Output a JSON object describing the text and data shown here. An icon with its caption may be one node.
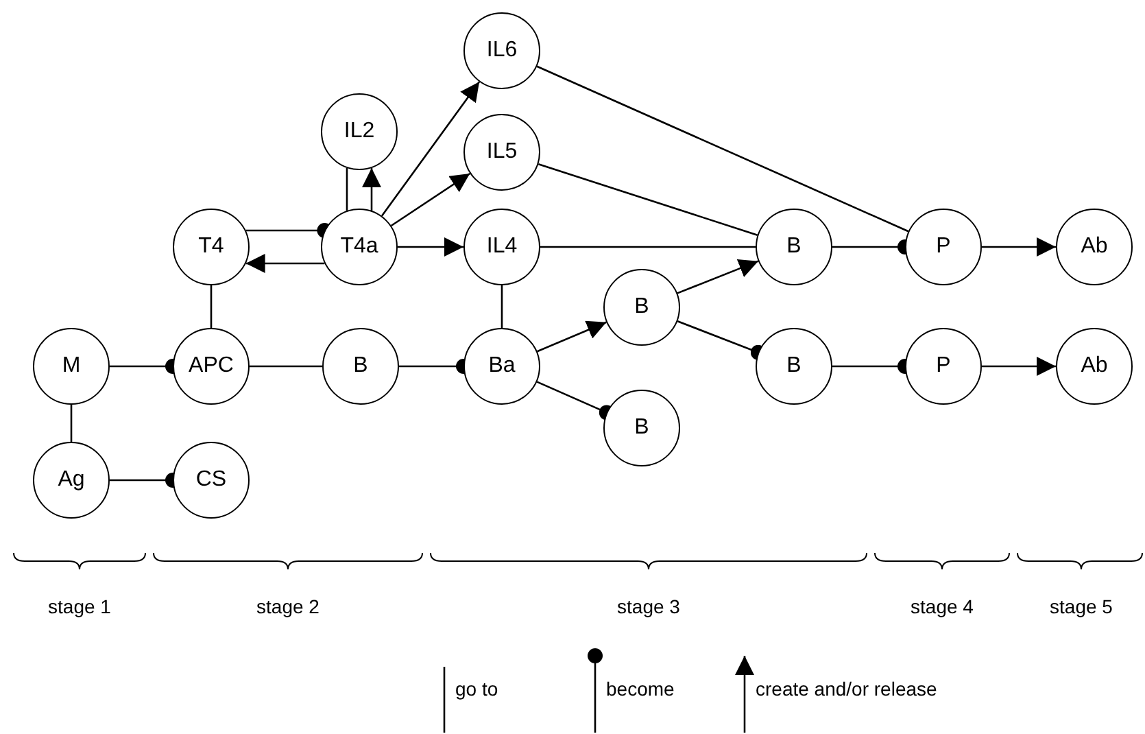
{
  "diagram": {
    "nodes": [
      {
        "text": [
          "IL6"
        ]
      },
      {
        "text": [
          "IL2"
        ]
      },
      {
        "text": [
          "IL5"
        ]
      },
      {
        "text": [
          "T4"
        ]
      },
      {
        "text": [
          "T4a"
        ]
      },
      {
        "text": [
          "IL4"
        ]
      },
      {
        "text": [
          "B"
        ]
      },
      {
        "text": [
          "B"
        ]
      },
      {
        "text": [
          "P"
        ]
      },
      {
        "text": [
          "Ab"
        ]
      },
      {
        "text": [
          "M"
        ]
      },
      {
        "text": [
          "APC"
        ]
      },
      {
        "text": [
          "B"
        ]
      },
      {
        "text": [
          "Ba"
        ]
      },
      {
        "text": [
          "B"
        ]
      },
      {
        "text": [
          "P"
        ]
      },
      {
        "text": [
          "Ab"
        ]
      },
      {
        "text": [
          "B"
        ]
      },
      {
        "text": [
          "Ag"
        ]
      },
      {
        "text": [
          "CS"
        ]
      }
    ],
    "edges": [
      {
        "from": 10,
        "to": 11,
        "arrow": "other"
      },
      {
        "from": 10,
        "to": 18,
        "arrow": "none"
      },
      {
        "from": 18,
        "to": 19,
        "arrow": "other"
      },
      {
        "from": 11,
        "to": 3,
        "arrow": "none"
      },
      {
        "from": 11,
        "to": 12,
        "arrow": "none"
      },
      {
        "from": 12,
        "to": 13,
        "arrow": "other"
      },
      {
        "from": 4,
        "to": 3,
        "arrow": "to"
      },
      {
        "from": 3,
        "to": 4,
        "arrow": "other"
      },
      {
        "from": 4,
        "to": 1,
        "arrow": "none"
      },
      {
        "from": 4,
        "to": 1,
        "arrow": "to"
      },
      {
        "from": 4,
        "to": 0,
        "arrow": "to"
      },
      {
        "from": 4,
        "to": 2,
        "arrow": "to"
      },
      {
        "from": 4,
        "to": 5,
        "arrow": "to"
      },
      {
        "from": 5,
        "to": 13,
        "arrow": "none"
      },
      {
        "from": 0,
        "to": 8,
        "arrow": "none"
      },
      {
        "from": 2,
        "to": 7,
        "arrow": "none"
      },
      {
        "from": 5,
        "to": 7,
        "arrow": "none"
      },
      {
        "from": 13,
        "to": 6,
        "arrow": "to"
      },
      {
        "from": 13,
        "to": 17,
        "arrow": "other"
      },
      {
        "from": 6,
        "to": 7,
        "arrow": "to"
      },
      {
        "from": 6,
        "to": 14,
        "arrow": "other"
      },
      {
        "from": 7,
        "to": 8,
        "arrow": "other"
      },
      {
        "from": 8,
        "to": 9,
        "arrow": "to"
      },
      {
        "from": 14,
        "to": 15,
        "arrow": "other"
      },
      {
        "from": 15,
        "to": 16,
        "arrow": "to"
      }
    ],
    "labels": [
      "stage 1",
      "stage 2",
      "stage 3",
      "stage 4",
      "stage 5"
    ],
    "legend": [
      {
        "text": "go to"
      },
      {
        "text": "become"
      },
      {
        "text": "create and/or release"
      }
    ]
  }
}
